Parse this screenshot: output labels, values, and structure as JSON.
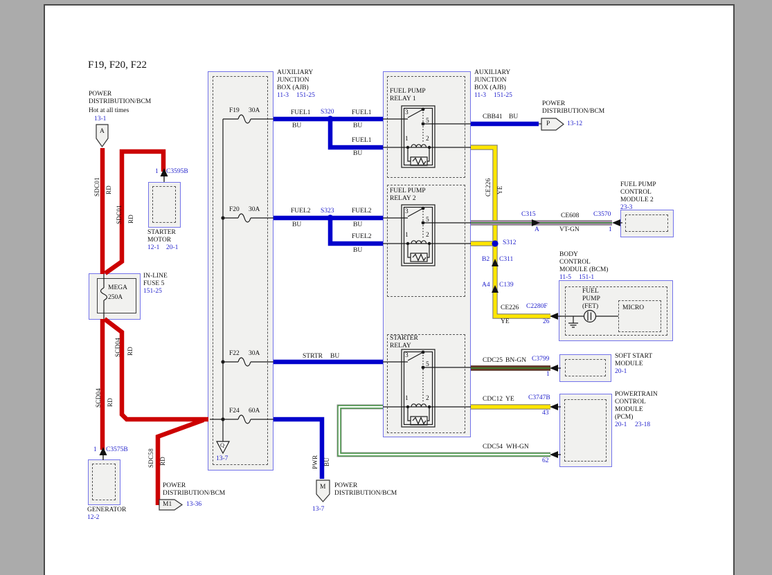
{
  "palette": {
    "wire_red": "#cc0000",
    "wire_blue": "#0000cc",
    "wire_yellow": "#ffe600",
    "wire_violet": "#b48cb4",
    "wire_green": "#2f8f2f",
    "wire_brown": "#6e3a28",
    "wire_white": "#ffffff",
    "box_border": "#7272ea",
    "box_fill": "#f1f1ef",
    "link_blue": "#2222cc",
    "page": "#ffffff",
    "backdrop": "#ababab"
  },
  "title": "F19, F20, F22",
  "left": {
    "pd": {
      "t1": "POWER",
      "t2": "DISTRIBUTION/BCM",
      "hot": "Hot at all times",
      "link": "13-1",
      "pin": "A"
    },
    "sdc01a": {
      "c": "SDC01",
      "g": "RD"
    },
    "sdc01b": {
      "c": "SDC01",
      "g": "RD"
    },
    "scd04a": {
      "c": "SCD04",
      "g": "RD"
    },
    "scd04b": {
      "c": "SCD04",
      "g": "RD"
    },
    "sdc58": {
      "c": "SDC58",
      "g": "RD"
    },
    "sm": {
      "pin": "1",
      "conn": "C3595B",
      "t1": "STARTER",
      "t2": "MOTOR",
      "l1": "12-1",
      "l2": "20-1"
    },
    "mega": {
      "t1": "MEGA",
      "t2": "250A",
      "n1": "IN-LINE",
      "n2": "FUSE 5",
      "link": "151-25"
    },
    "gen": {
      "pin": "1",
      "conn": "C3575B",
      "t1": "GENERATOR",
      "link": "12-2"
    },
    "m1": {
      "t1": "POWER",
      "t2": "DISTRIBUTION/BCM",
      "pin": "M1",
      "link": "13-36"
    }
  },
  "ajb1": {
    "h1": "AUXILIARY",
    "h2": "JUNCTION",
    "h3": "BOX (AJB)",
    "l1": "11-3",
    "l2": "151-25",
    "f19": {
      "n": "F19",
      "a": "30A"
    },
    "f20": {
      "n": "F20",
      "a": "30A"
    },
    "f22": {
      "n": "F22",
      "a": "30A"
    },
    "f24": {
      "n": "F24",
      "a": "60A"
    },
    "gnd": {
      "pin": "Q",
      "link": "13-7"
    }
  },
  "ajb2": {
    "h1": "AUXILIARY",
    "h2": "JUNCTION",
    "h3": "BOX (AJB)",
    "l1": "11-3",
    "l2": "151-25"
  },
  "relay1": {
    "t1": "FUEL PUMP",
    "t2": "RELAY 1",
    "p3": "3",
    "p5": "5",
    "p1": "1",
    "p2": "2"
  },
  "relay2": {
    "t1": "FUEL PUMP",
    "t2": "RELAY 2",
    "p3": "3",
    "p5": "5",
    "p1": "1",
    "p2": "2"
  },
  "relay3": {
    "t1": "STARTER",
    "t2": "RELAY",
    "p3": "3",
    "p5": "5",
    "p1": "1",
    "p2": "2"
  },
  "wires": {
    "fuel1a": {
      "c": "FUEL1",
      "g": "BU"
    },
    "s320": "S320",
    "fuel1b": {
      "c": "FUEL1",
      "g": "BU"
    },
    "fuel1c": {
      "c": "FUEL1",
      "g": "BU"
    },
    "fuel2a": {
      "c": "FUEL2",
      "g": "BU"
    },
    "s323": "S323",
    "fuel2b": {
      "c": "FUEL2",
      "g": "BU"
    },
    "fuel2c": {
      "c": "FUEL2",
      "g": "BU"
    },
    "cbb41": {
      "c": "CBB41",
      "g": "BU"
    },
    "ce226v": {
      "c": "CE226",
      "g": "YE"
    },
    "ce608": {
      "connl": "C315",
      "pinl": "A",
      "c": "CE608",
      "g": "VT-GN",
      "connr": "C3570",
      "pinr": "1"
    },
    "s312": "S312",
    "c311": {
      "pin": "B2",
      "conn": "C311"
    },
    "c139": {
      "pin": "A4",
      "conn": "C139"
    },
    "ce226h": {
      "c": "CE226",
      "g": "YE",
      "conn": "C2280F",
      "pin": "26"
    },
    "strtr": {
      "c": "STRTR",
      "g": "BU"
    },
    "cdc25": {
      "c": "CDC25",
      "g": "BN-GN",
      "conn": "C3799",
      "pin": "1"
    },
    "cdc12": {
      "c": "CDC12",
      "g": "YE",
      "conn": "C3747B",
      "pin": "43"
    },
    "cdc54": {
      "c": "CDC54",
      "g": "WH-GN",
      "pin": "62"
    },
    "pwr": {
      "c": "PWR",
      "g": "BU"
    }
  },
  "right": {
    "pdp": {
      "t1": "POWER",
      "t2": "DISTRIBUTION/BCM",
      "pin": "P",
      "link": "13-12"
    },
    "fpcm2": {
      "t1": "FUEL PUMP",
      "t2": "CONTROL",
      "t3": "MODULE 2",
      "link": "23-3"
    },
    "bcm": {
      "t1": "BODY",
      "t2": "CONTROL",
      "t3": "MODULE (BCM)",
      "l1": "11-5",
      "l2": "151-1",
      "f1": "FUEL",
      "f2": "PUMP",
      "f3": "(FET)",
      "micro": "MICRO"
    },
    "ssm": {
      "t1": "SOFT START",
      "t2": "MODULE",
      "link": "20-1"
    },
    "pcm": {
      "t1": "POWERTRAIN",
      "t2": "CONTROL",
      "t3": "MODULE",
      "t4": "(PCM)",
      "l1": "20-1",
      "l2": "23-18"
    }
  },
  "bottom": {
    "pdm": {
      "t1": "POWER",
      "t2": "DISTRIBUTION/BCM",
      "pin": "M",
      "link": "13-7"
    }
  }
}
